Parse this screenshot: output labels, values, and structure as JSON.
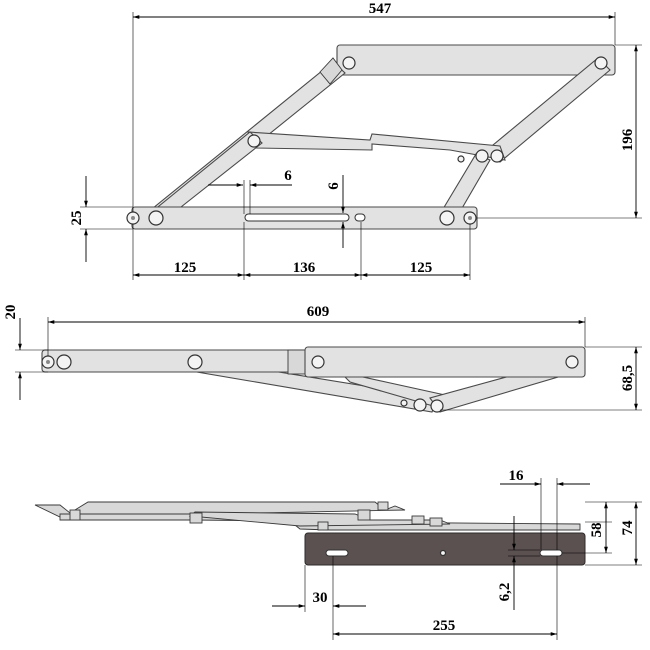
{
  "dimensions": {
    "top_overall_width": "547",
    "top_height": "196",
    "top_base_offset": "25",
    "top_slot_width": "6",
    "top_slot_height": "6",
    "top_seg_left": "125",
    "top_seg_mid": "136",
    "top_seg_right": "125",
    "mid_overall_width": "609",
    "mid_pin_height": "20",
    "mid_height": "68,5",
    "bot_slot_length": "16",
    "bot_inner_height": "58",
    "bot_overall_height": "74",
    "bot_slot_offset": "6,2",
    "bot_left_offset": "30",
    "bot_plate_span": "255"
  }
}
